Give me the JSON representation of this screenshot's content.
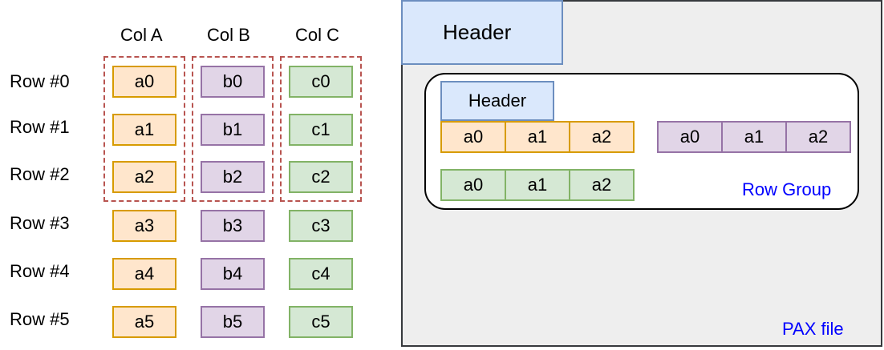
{
  "table": {
    "column_headers": [
      "Col A",
      "Col B",
      "Col C"
    ],
    "row_labels": [
      "Row #0",
      "Row #1",
      "Row #2",
      "Row #3",
      "Row #4",
      "Row #5"
    ],
    "col_a": [
      "a0",
      "a1",
      "a2",
      "a3",
      "a4",
      "a5"
    ],
    "col_b": [
      "b0",
      "b1",
      "b2",
      "b3",
      "b4",
      "b5"
    ],
    "col_c": [
      "c0",
      "c1",
      "c2",
      "c3",
      "c4",
      "c5"
    ]
  },
  "pax": {
    "header_label": "Header",
    "file_label": "PAX file",
    "row_group": {
      "header_label": "Header",
      "label": "Row Group",
      "strip_orange": [
        "a0",
        "a1",
        "a2"
      ],
      "strip_purple": [
        "a0",
        "a1",
        "a2"
      ],
      "strip_green": [
        "a0",
        "a1",
        "a2"
      ]
    }
  },
  "colors": {
    "orange_fill": "#ffe6cc",
    "orange_stroke": "#d79b00",
    "purple_fill": "#e1d5e7",
    "purple_stroke": "#9673a6",
    "green_fill": "#d5e8d4",
    "green_stroke": "#82b366",
    "header_fill": "#dae8fc",
    "header_stroke": "#6c8ebf",
    "dashed_group": "#b85450",
    "label_blue": "#0000ff"
  }
}
